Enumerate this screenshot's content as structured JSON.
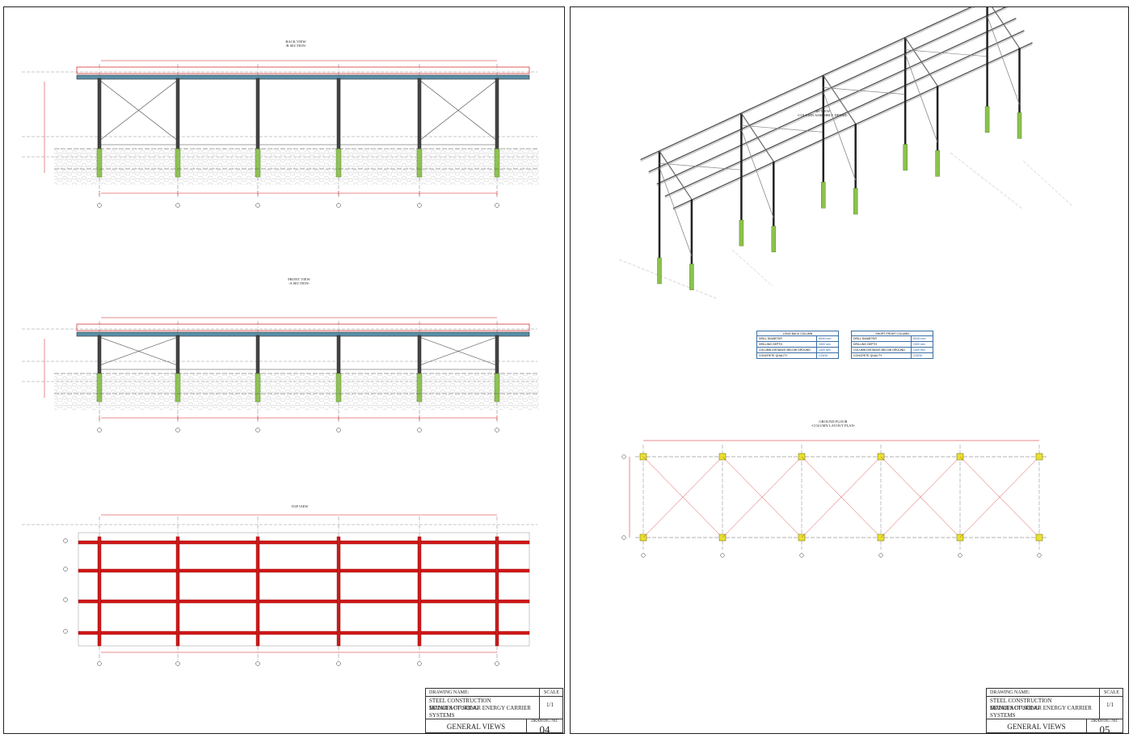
{
  "left_sheet": {
    "views": {
      "back": {
        "title": "BACK VIEW",
        "subtitle": "-B SECTION-"
      },
      "front": {
        "title": "FRONT VIEW",
        "subtitle": "-A SECTION-"
      },
      "top": {
        "title": "TOP VIEW"
      }
    },
    "title_block": {
      "drawing_name_label": "DRAWING NAME:",
      "scale_label": "SCALE",
      "name_line1": "STEEL CONSTRUCTION MANUFACTURING",
      "name_line2": "DETAILS OF SOLAR ENERGY CARRIER SYSTEMS",
      "scale_value": "1/1",
      "general_views": "GENERAL VIEWS",
      "drawing_no_label": "DRAWING NO:",
      "drawing_no": "04"
    }
  },
  "right_sheet": {
    "views": {
      "view3d": {
        "title": "3D VIEW",
        "subtitle": "-COLUMN ASSEMBLY DETAIL-"
      },
      "ground": {
        "title": "GROUND FLOOR",
        "subtitle": "-COLUMN LAYOUT PLAN-"
      }
    },
    "tables": [
      {
        "title": "LONG BACK COLUMN",
        "rows": [
          {
            "k": "DRILL DIAMETER",
            "v": "Ø160 mm"
          },
          {
            "k": "DRILLING DEPTH",
            "v": "1500 mm"
          },
          {
            "k": "COLUMN DISTANCE BELOW GROUND",
            "v": "1300 mm"
          },
          {
            "k": "CONCRETE QUALITY",
            "v": "C25/30"
          }
        ]
      },
      {
        "title": "SHORT FRONT COLUMN",
        "rows": [
          {
            "k": "DRILL DIAMETER",
            "v": "Ø160 mm"
          },
          {
            "k": "DRILLING DEPTH",
            "v": "1500 mm"
          },
          {
            "k": "COLUMN DISTANCE BELOW GROUND",
            "v": "1300 mm"
          },
          {
            "k": "CONCRETE QUALITY",
            "v": "C25/30"
          }
        ]
      }
    ],
    "title_block": {
      "drawing_name_label": "DRAWING NAME:",
      "scale_label": "SCALE",
      "name_line1": "STEEL CONSTRUCTION MANUFACTURING",
      "name_line2": "DETAILS OF SOLAR ENERGY CARRIER SYSTEMS",
      "scale_value": "1/1",
      "general_views": "GENERAL VIEWS",
      "drawing_no_label": "DRAWING NO:",
      "drawing_no": "05"
    }
  },
  "colors": {
    "steel_red": "#d01818",
    "column_green": "#8bc34a",
    "ground_hatch": "#b8b8b8",
    "table_blue": "#3a6ea5",
    "footing_yellow": "#e8e030"
  }
}
